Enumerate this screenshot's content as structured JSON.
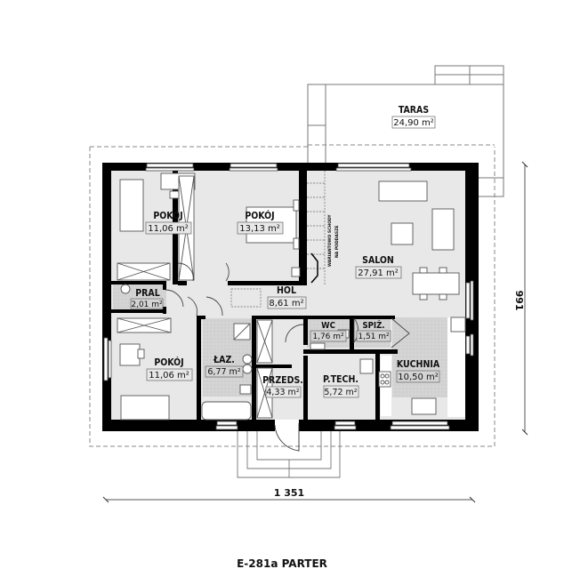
{
  "drawing": {
    "title": "E-281a PARTER",
    "dimensions": {
      "width_label": "1 351",
      "depth_label": "991"
    },
    "stair_note_line1": "WARIANTOWO SCHODY",
    "stair_note_line2": "NA PODDASZE"
  },
  "rooms": [
    {
      "id": "pokoj-1",
      "name": "POKÓJ",
      "area": "11,06 m²"
    },
    {
      "id": "pokoj-2",
      "name": "POKÓJ",
      "area": "13,13 m²"
    },
    {
      "id": "salon",
      "name": "SALON",
      "area": "27,91 m²"
    },
    {
      "id": "pral",
      "name": "PRAL",
      "area": "2,01 m²"
    },
    {
      "id": "hol",
      "name": "HOL",
      "area": "8,61 m²"
    },
    {
      "id": "wc",
      "name": "WC",
      "area": "1,76 m²"
    },
    {
      "id": "spiz",
      "name": "SPIŻ.",
      "area": "1,51 m²"
    },
    {
      "id": "pokoj-3",
      "name": "POKÓJ",
      "area": "11,06 m²"
    },
    {
      "id": "laz",
      "name": "ŁAZ.",
      "area": "6,77 m²"
    },
    {
      "id": "przeds",
      "name": "PRZEDS.",
      "area": "4,33 m²"
    },
    {
      "id": "ptech",
      "name": "P.TECH.",
      "area": "5,72 m²"
    },
    {
      "id": "kuchnia",
      "name": "KUCHNIA",
      "area": "10,50 m²"
    },
    {
      "id": "taras",
      "name": "TARAS",
      "area": "24,90 m²"
    }
  ],
  "colors": {
    "wall": "#000000",
    "floor_light": "#e6e6e6",
    "floor_dotted": "#cfcfcf",
    "line": "#555555",
    "dashed": "#888888"
  }
}
